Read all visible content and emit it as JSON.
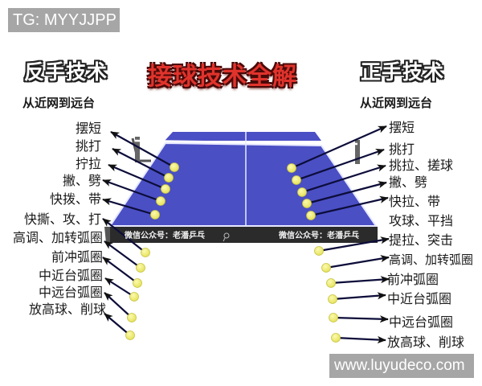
{
  "watermarks": {
    "top_left": "TG: MYYJJPP",
    "bottom_right": "www.luyudeco.com"
  },
  "title": "接球技术全解",
  "left_panel": {
    "heading": "反手技术",
    "subheading": "从近网到远台",
    "labels": [
      "摆短",
      "挑打",
      "拧拉",
      "撇、劈",
      "快拨、带",
      "快撕、攻、打",
      "高调、加转弧圈",
      "前冲弧圈",
      "中近台弧圈",
      "中远台弧圈",
      "放高球、削球"
    ]
  },
  "right_panel": {
    "heading": "正手技术",
    "subheading": "从近网到远台",
    "labels": [
      "摆短",
      "挑打",
      "挑拉、搓球",
      "撇、劈",
      "快拉、带",
      "攻球、平挡",
      "提拉、突击",
      "高调、加转弧圈",
      "前冲弧圈",
      "中近台弧圈",
      "中远台弧圈",
      "放高球、削球"
    ]
  },
  "table": {
    "banner_left": "微信公众号：老潘乒乓",
    "banner_right": "微信公众号：老潘乒乓",
    "colors": {
      "surface": "#4a4fc4",
      "line": "#ffffff",
      "apron": "#2b2b2b",
      "ball": "#f2f07a"
    }
  }
}
